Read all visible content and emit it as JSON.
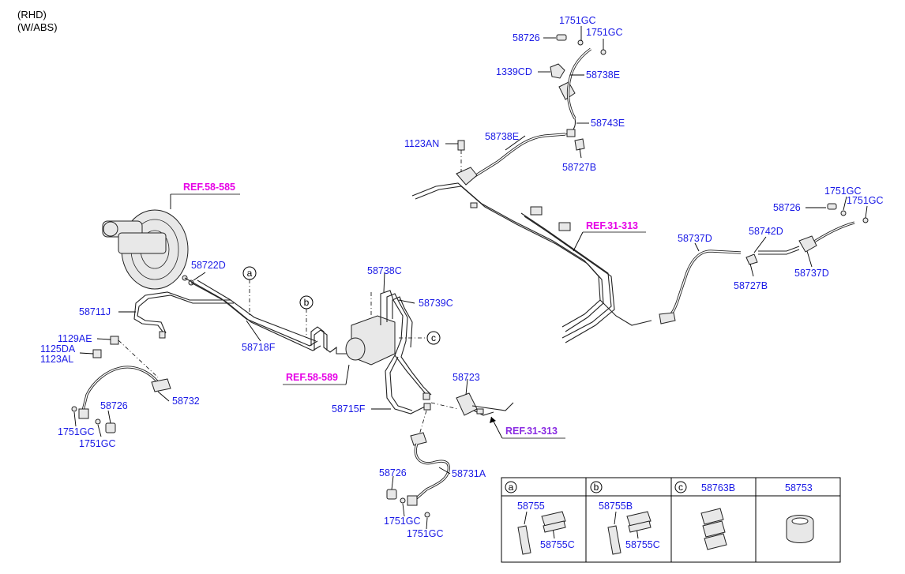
{
  "notes": [
    "(RHD)",
    "(W/ABS)"
  ],
  "parts": {
    "p1751GC_a": "1751GC",
    "p1751GC_b": "1751GC",
    "p58726_top": "58726",
    "p1339CD": "1339CD",
    "p58738E_top": "58738E",
    "p58743E": "58743E",
    "p1123AN": "1123AN",
    "p58738E_mid": "58738E",
    "p58727B_top": "58727B",
    "p1751GC_c": "1751GC",
    "p1751GC_d": "1751GC",
    "p58726_right": "58726",
    "p58742D": "58742D",
    "p58737D_a": "58737D",
    "p58737D_b": "58737D",
    "p58727B_right": "58727B",
    "p58722D": "58722D",
    "p58711J": "58711J",
    "p1129AE": "1129AE",
    "p1125DA": "1125DA",
    "p1123AL": "1123AL",
    "p58718F": "58718F",
    "p58726_left": "58726",
    "p58732": "58732",
    "p1751GC_e": "1751GC",
    "p1751GC_f": "1751GC",
    "p58738C": "58738C",
    "p58739C": "58739C",
    "p58723": "58723",
    "p58715F": "58715F",
    "p58726_bottom": "58726",
    "p58731A": "58731A",
    "p1751GC_g": "1751GC",
    "p1751GC_h": "1751GC"
  },
  "refs": {
    "ref_58_585": "REF.58-585",
    "ref_31_313_top": "REF.31-313",
    "ref_58_589": "REF.58-589",
    "ref_31_313_bottom": "REF.31-313"
  },
  "callouts": {
    "a": "a",
    "b": "b",
    "c": "c"
  },
  "table": {
    "headers": [
      {
        "letter": "a",
        "part": ""
      },
      {
        "letter": "b",
        "part": ""
      },
      {
        "letter": "c",
        "part": "58763B"
      },
      {
        "letter": "",
        "part": "58753"
      }
    ],
    "cells": [
      {
        "top": "58755",
        "bottom": "58755C"
      },
      {
        "top": "58755B",
        "bottom": "58755C"
      },
      {
        "top": "",
        "bottom": ""
      },
      {
        "top": "",
        "bottom": ""
      }
    ]
  }
}
